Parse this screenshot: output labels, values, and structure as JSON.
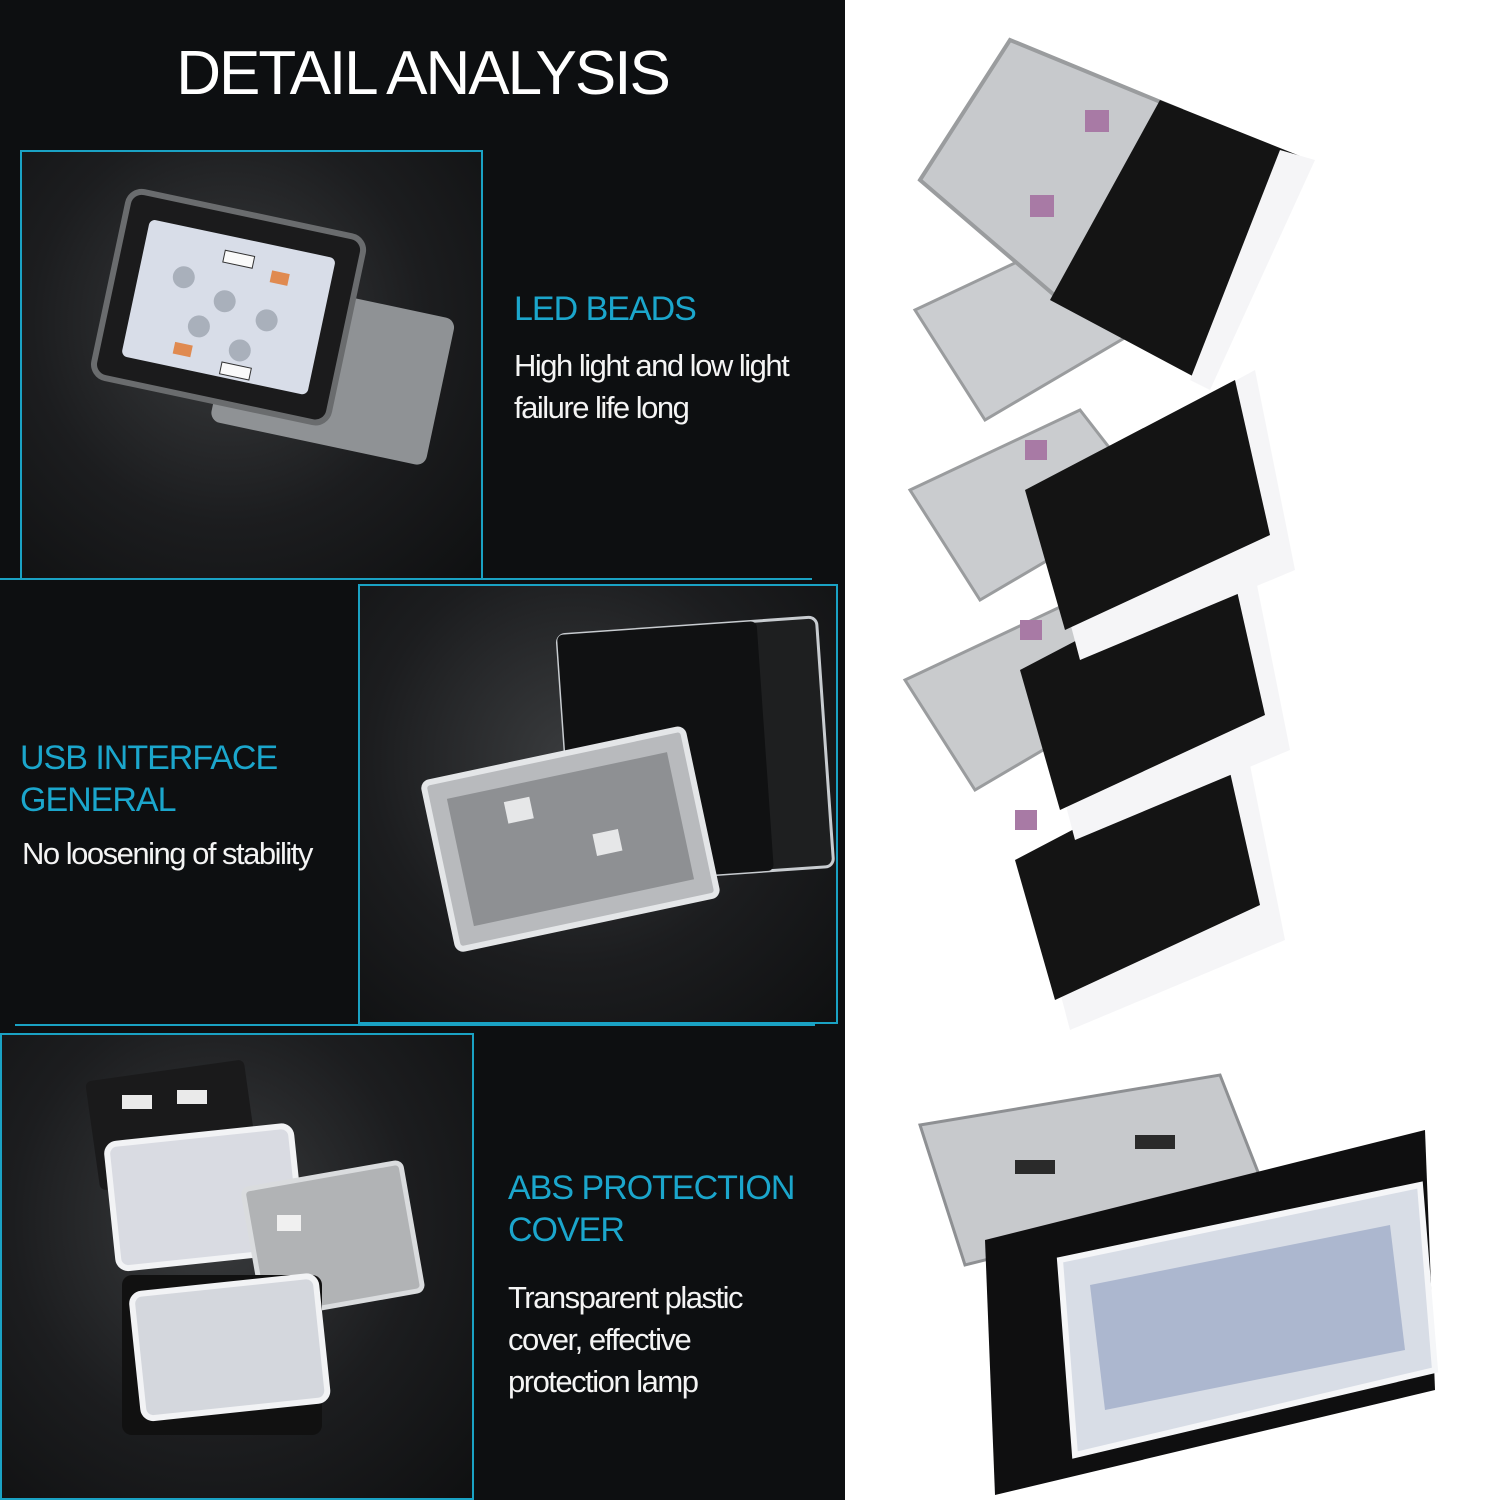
{
  "title": "DETAIL ANALYSIS",
  "colors": {
    "accent": "#1ba6cc",
    "panel_bg": "#0d0f11",
    "text": "#f4f4f4"
  },
  "sections": [
    {
      "heading": "LED BEADS",
      "description_lines": [
        "High light and low light",
        "failure life long"
      ]
    },
    {
      "heading_lines": [
        "USB INTERFACE",
        "GENERAL"
      ],
      "description_lines": [
        "No loosening of stability"
      ]
    },
    {
      "heading_lines": [
        "ABS PROTECTION",
        "COVER"
      ],
      "description_lines": [
        "Transparent plastic",
        "cover, effective",
        "protection lamp"
      ]
    }
  ],
  "images": [
    "led-board-closeup-photo",
    "usb-plug-photo",
    "two-lights-with-clear-cover-photo",
    "stack-of-four-usb-lights-photo",
    "single-usb-light-front-photo"
  ]
}
